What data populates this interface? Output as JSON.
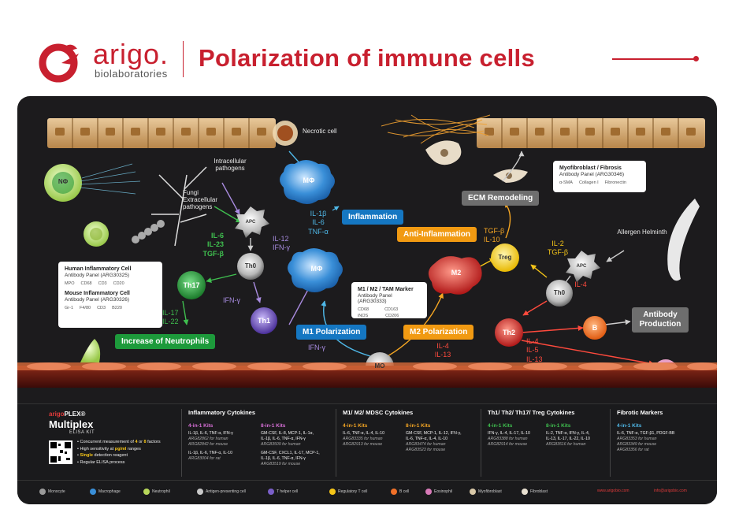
{
  "header": {
    "brand": "arigo.",
    "brand_sub": "biolaboratories",
    "title": "Polarization of immune cells"
  },
  "diagram": {
    "labels": {
      "necrotic_cell": "Necrotic cell",
      "intracellular_pathogens": "Intracellular pathogens",
      "fungi_extracellular": "Fungi Extracellular pathogens",
      "myofibroblast_title": "Myofibroblast / Fibrosis",
      "myofibroblast_panel": "Antibody Panel (ARG30346)",
      "myofibroblast_markers": [
        "α-SMA",
        "Collagen I",
        "Fibronectin"
      ],
      "allergen": "Allergen Helminth"
    },
    "cytokines": {
      "apc_left": "IL-6\nIL-23\nTGF-β",
      "apc_right": "IL-12\nIFN-γ",
      "th0_ifng": "IFN-γ",
      "th17_out": "IL-17\nIL-22",
      "m1_out": "IL-1β\nIL-6\nTNF-α",
      "m1_ifng": "IFN-γ",
      "anti_inflam": "TGF-β\nIL-10",
      "treg_in": "IL-2\nTGF-β",
      "th0_right_il4": "IL-4",
      "m2_in": "IL-4\nIL-13",
      "th2_out": "IL-4\nIL-5\nIL-13"
    },
    "cells": {
      "nphi": "NΦ",
      "apc": "APC",
      "th0": "Th0",
      "th17": "Th17",
      "th1": "Th1",
      "mphi_top": "MΦ",
      "mphi_mid": "MΦ",
      "mo": "MO",
      "m2": "M2",
      "treg": "Treg",
      "apc_right": "APC",
      "th0_right": "Th0",
      "th2": "Th2",
      "b": "B"
    },
    "pills": {
      "inflammation": "Inflammation",
      "anti_inflammation": "Anti-Inflammation",
      "ecm": "ECM Remodeling",
      "increase_neutrophils": "Increase of Neutrophils",
      "m1_polarization": "M1 Polarization",
      "m2_polarization": "M2 Polarization",
      "antibody_production": "Antibody Production"
    },
    "cards": {
      "human": {
        "title": "Human Inflammatory Cell",
        "sub": "Antibody Panel (ARG30325)",
        "markers": [
          "MPO",
          "CD68",
          "CD3",
          "CD20"
        ]
      },
      "mouse": {
        "title": "Mouse Inflammatory Cell",
        "sub": "Antibody Panel (ARG30326)",
        "markers": [
          "Gr-1",
          "F4/80",
          "CD3",
          "B220"
        ]
      },
      "tam": {
        "title": "M1 / M2 / TAM Marker",
        "sub": "Antibody Panel (ARG30333)",
        "row1": [
          "CD68",
          "CD163"
        ],
        "row2": [
          "iNOS",
          "CD206"
        ]
      }
    }
  },
  "footer": {
    "brand": "arigo",
    "brand_plex": "PLEX",
    "reg": "®",
    "multiplex": "Multiplex",
    "elisa": "ELISA KIT",
    "bullets": [
      [
        "Concurrent measurement of ",
        "4",
        " or ",
        "8",
        " factors"
      ],
      [
        "High sensitivity at ",
        "pg/ml",
        " ranges"
      ],
      [
        "",
        "Single",
        " detection reagent"
      ],
      [
        "Regular ELISA process"
      ]
    ],
    "cols": [
      {
        "title": "Inflammatory Cytokines",
        "k4": "4-in-1 Kits",
        "k4_items": [
          "IL-1β, IL-6, TNF-α, IFN-γ",
          "ARG82862 for human",
          "ARG82842 for mouse",
          "",
          "IL-1β, IL-6, TNF-α, IL-10",
          "ARG83004 for rat"
        ],
        "k8": "8-in-1 Kits",
        "k8_items": [
          "GM-CSF, IL-8, MCP-1, IL-1α,",
          "IL-1β, IL-6, TNF-α, IFN-γ",
          "ARG83509 for human",
          "",
          "GM-CSF, CXCL1, IL-17, MCP-1,",
          "IL-1β, IL-6, TNF-α, IFN-γ",
          "ARG83519 for mouse"
        ]
      },
      {
        "title": "M1/ M2/ MDSC Cytokines",
        "k4": "4-in-1 Kits",
        "k4_items": [
          "IL-6, TNF-α, IL-4, IL-10",
          "ARG83335 for human",
          "ARG82913 for mouse"
        ],
        "k8": "8-in-1 Kits",
        "k8_items": [
          "GM-CSF, MCP-1, IL-12, IFN-γ,",
          "IL-6, TNF-α, IL-4, IL-10",
          "ARG83474 for human",
          "ARG83523 for mouse"
        ]
      },
      {
        "title": "Th1/ Th2/ Th17/ Treg Cytokines",
        "k4": "4-in-1 Kits",
        "k4_items": [
          "IFN-γ, IL-4, IL-17, IL-10",
          "ARG83388 for human",
          "ARG82914 for mouse"
        ],
        "k8": "8-in-1 Kits",
        "k8_items": [
          "IL-2, TNF-α, IFN-γ, IL-4,",
          "IL-13, IL-17, IL-22, IL-10",
          "ARG83516 for human"
        ]
      },
      {
        "title": "Fibrotic Markers",
        "k4": "4-in-1 Kits",
        "k4_items": [
          "IL-6, TNF-α, TGF-β1, PDGF-BB",
          "ARG83353 for human",
          "ARG83349 for mouse",
          "ARG83356 for rat"
        ]
      }
    ],
    "legend": [
      {
        "label": "Monocyte",
        "color": "#9a9a9a"
      },
      {
        "label": "Macrophage",
        "color": "#3a8fd8"
      },
      {
        "label": "Neutrophil",
        "color": "#b8d85a"
      },
      {
        "label": "Antigen-presenting cell",
        "color": "#c8c8c8"
      },
      {
        "label": "T helper cell",
        "color": "#7a5fc8"
      },
      {
        "label": "Regulatory T cell",
        "color": "#f5c518"
      },
      {
        "label": "B cell",
        "color": "#f07028"
      },
      {
        "label": "Eosinophil",
        "color": "#d87ab8"
      },
      {
        "label": "Myofibroblast",
        "color": "#d8c8a8"
      },
      {
        "label": "Fibroblast",
        "color": "#e8e0d0"
      }
    ],
    "url": "www.arigobio.com",
    "email": "info@arigobio.com"
  },
  "colors": {
    "brand_red": "#c8202f",
    "panel_bg": "#1c1b1d",
    "inflammation_blue": "#1577c2",
    "anti_orange": "#f19a12",
    "neutrophil_green": "#1d9a3b"
  }
}
